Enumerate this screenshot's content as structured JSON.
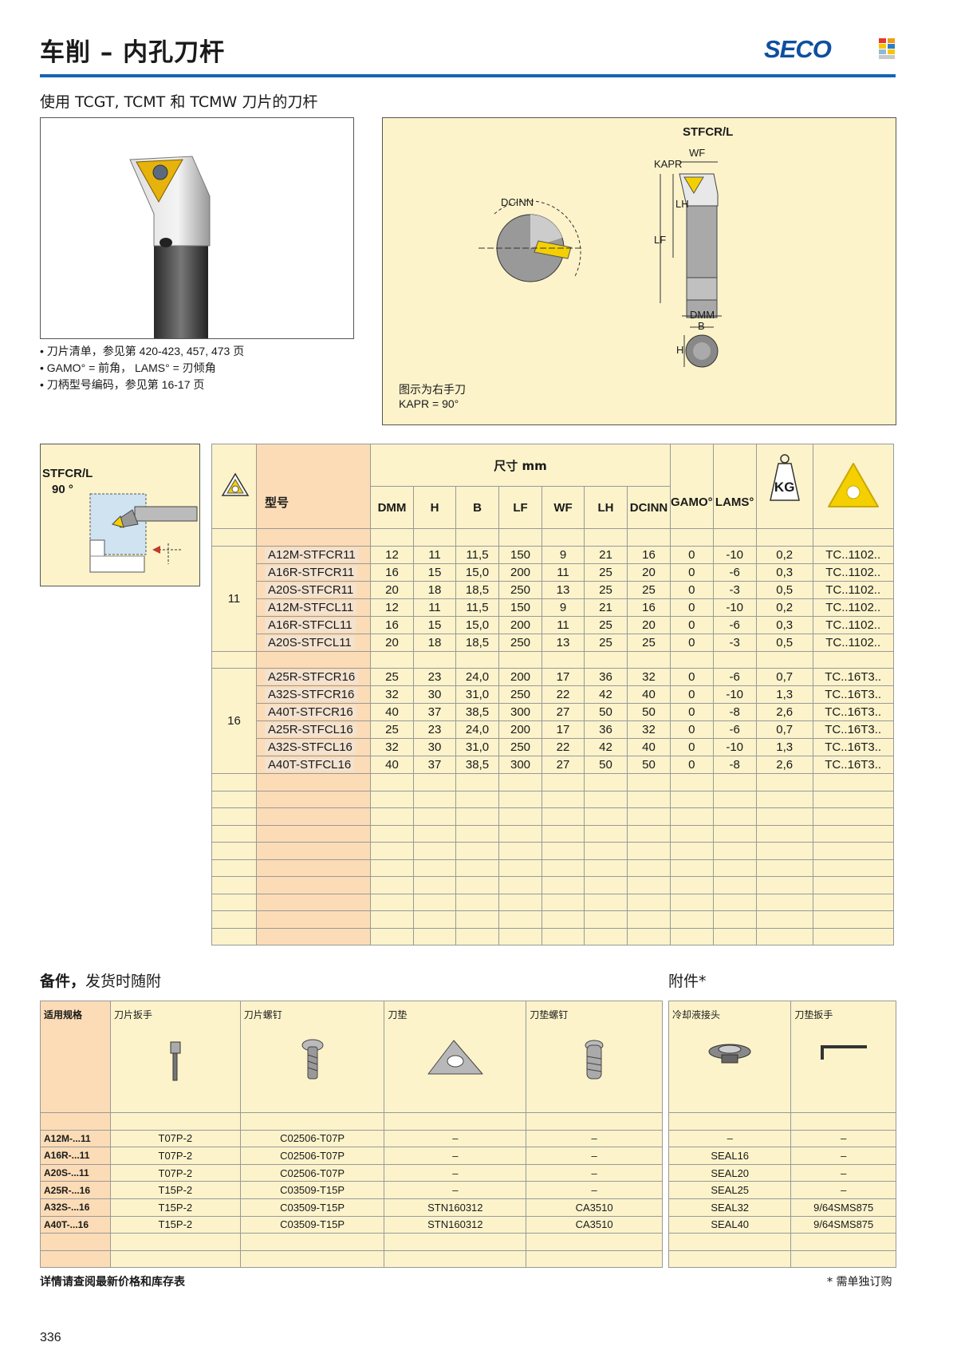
{
  "page": {
    "title": "车削 – 内孔刀杆",
    "brand": "SECO",
    "subtitle": "使用 TCGT, TCMT 和 TCMW 刀片的刀杆",
    "page_number": "336"
  },
  "notes": [
    "刀片清单，参见第 420-423, 457, 473 页",
    "GAMO° = 前角， LAMS° = 刃倾角",
    "刀柄型号编码，参见第 16-17 页"
  ],
  "diagram": {
    "title": "STFCR/L",
    "labels": {
      "wf": "WF",
      "kapr": "KAPR",
      "lh": "LH",
      "lf": "LF",
      "dcinn": "DCINN",
      "dmm": "DMM",
      "b": "B",
      "h": "H"
    },
    "caption1": "图示为右手刀",
    "caption2": "KAPR = 90°"
  },
  "type_box": {
    "name": "STFCR/L",
    "angle": "90 °"
  },
  "main_table": {
    "dims_header": "尺寸 mm",
    "model_header": "型号",
    "col_dmm": "DMM",
    "col_h": "H",
    "col_b": "B",
    "col_lf": "LF",
    "col_wf": "WF",
    "col_lh": "LH",
    "col_dcinn": "DCINN",
    "col_gamo": "GAMO°",
    "col_lams": "LAMS°",
    "col_kg": "KG",
    "groups": [
      {
        "size": "11",
        "rows": [
          [
            "A12M-STFCR11",
            "12",
            "11",
            "11,5",
            "150",
            "9",
            "21",
            "16",
            "0",
            "-10",
            "0,2",
            "TC..1102.."
          ],
          [
            "A16R-STFCR11",
            "16",
            "15",
            "15,0",
            "200",
            "11",
            "25",
            "20",
            "0",
            "-6",
            "0,3",
            "TC..1102.."
          ],
          [
            "A20S-STFCR11",
            "20",
            "18",
            "18,5",
            "250",
            "13",
            "25",
            "25",
            "0",
            "-3",
            "0,5",
            "TC..1102.."
          ],
          [
            "A12M-STFCL11",
            "12",
            "11",
            "11,5",
            "150",
            "9",
            "21",
            "16",
            "0",
            "-10",
            "0,2",
            "TC..1102.."
          ],
          [
            "A16R-STFCL11",
            "16",
            "15",
            "15,0",
            "200",
            "11",
            "25",
            "20",
            "0",
            "-6",
            "0,3",
            "TC..1102.."
          ],
          [
            "A20S-STFCL11",
            "20",
            "18",
            "18,5",
            "250",
            "13",
            "25",
            "25",
            "0",
            "-3",
            "0,5",
            "TC..1102.."
          ]
        ]
      },
      {
        "size": "16",
        "rows": [
          [
            "A25R-STFCR16",
            "25",
            "23",
            "24,0",
            "200",
            "17",
            "36",
            "32",
            "0",
            "-6",
            "0,7",
            "TC..16T3.."
          ],
          [
            "A32S-STFCR16",
            "32",
            "30",
            "31,0",
            "250",
            "22",
            "42",
            "40",
            "0",
            "-10",
            "1,3",
            "TC..16T3.."
          ],
          [
            "A40T-STFCR16",
            "40",
            "37",
            "38,5",
            "300",
            "27",
            "50",
            "50",
            "0",
            "-8",
            "2,6",
            "TC..16T3.."
          ],
          [
            "A25R-STFCL16",
            "25",
            "23",
            "24,0",
            "200",
            "17",
            "36",
            "32",
            "0",
            "-6",
            "0,7",
            "TC..16T3.."
          ],
          [
            "A32S-STFCL16",
            "32",
            "30",
            "31,0",
            "250",
            "22",
            "42",
            "40",
            "0",
            "-10",
            "1,3",
            "TC..16T3.."
          ],
          [
            "A40T-STFCL16",
            "40",
            "37",
            "38,5",
            "300",
            "27",
            "50",
            "50",
            "0",
            "-8",
            "2,6",
            "TC..16T3.."
          ]
        ]
      }
    ]
  },
  "accessories": {
    "title_bold": "备件，",
    "title_rest": "发货时随附",
    "headers": [
      "适用规格",
      "刀片扳手",
      "刀片螺钉",
      "刀垫",
      "刀垫螺钉"
    ],
    "rows": [
      [
        "A12M-...11",
        "T07P-2",
        "C02506-T07P",
        "–",
        "–"
      ],
      [
        "A16R-...11",
        "T07P-2",
        "C02506-T07P",
        "–",
        "–"
      ],
      [
        "A20S-...11",
        "T07P-2",
        "C02506-T07P",
        "–",
        "–"
      ],
      [
        "A25R-...16",
        "T15P-2",
        "C03509-T15P",
        "–",
        "–"
      ],
      [
        "A32S-...16",
        "T15P-2",
        "C03509-T15P",
        "STN160312",
        "CA3510"
      ],
      [
        "A40T-...16",
        "T15P-2",
        "C03509-T15P",
        "STN160312",
        "CA3510"
      ]
    ]
  },
  "optional": {
    "title": "附件*",
    "headers": [
      "冷却液接头",
      "刀垫扳手"
    ],
    "rows": [
      [
        "–",
        "–"
      ],
      [
        "SEAL16",
        "–"
      ],
      [
        "SEAL20",
        "–"
      ],
      [
        "SEAL25",
        "–"
      ],
      [
        "SEAL32",
        "9/64SMS875"
      ],
      [
        "SEAL40",
        "9/64SMS875"
      ]
    ]
  },
  "footer": {
    "left": "详情请查阅最新价格和库存表",
    "right": "* 需单独订购"
  },
  "colors": {
    "panel_bg": "#fcf3cb",
    "model_bg": "#fbdcb6",
    "brand_blue": "#0e4fa0",
    "rule_blue": "#1466b3",
    "insert_yellow": "#f5d000"
  }
}
